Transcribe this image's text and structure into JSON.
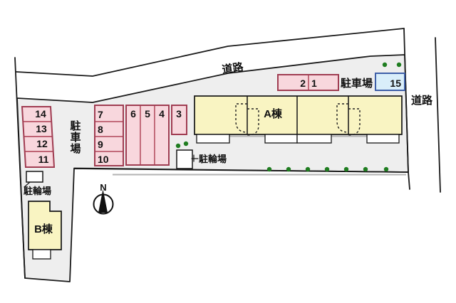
{
  "labels": {
    "road_top": "道路",
    "road_right": "道路",
    "parking_top": "駐車場",
    "parking_left_chars": [
      "駐",
      "車",
      "場"
    ],
    "bicycle_left": "駐輪場",
    "bicycle_middle": "駐輪場",
    "building_a": "A棟",
    "building_b": "B棟",
    "compass_north": "N"
  },
  "parking_spots": {
    "left_column": [
      "14",
      "13",
      "12",
      "11"
    ],
    "center_rows": [
      "7",
      "8",
      "9",
      "10"
    ],
    "center_columns": [
      "6",
      "5",
      "4"
    ],
    "spot_3": "3",
    "top_left_cell": "2",
    "top_right_cell": "1",
    "spot_15": "15"
  },
  "colors": {
    "background": "#ffffff",
    "site_fill": "#eeeeee",
    "spot_pink": "#f8d7dd",
    "spot_border": "#b2495c",
    "spot15_fill": "#d9eefa",
    "spot15_border": "#3e5fa8",
    "building_fill": "#f9f4c2",
    "tree_green": "#1f7d20",
    "line": "#1a1a1a"
  }
}
